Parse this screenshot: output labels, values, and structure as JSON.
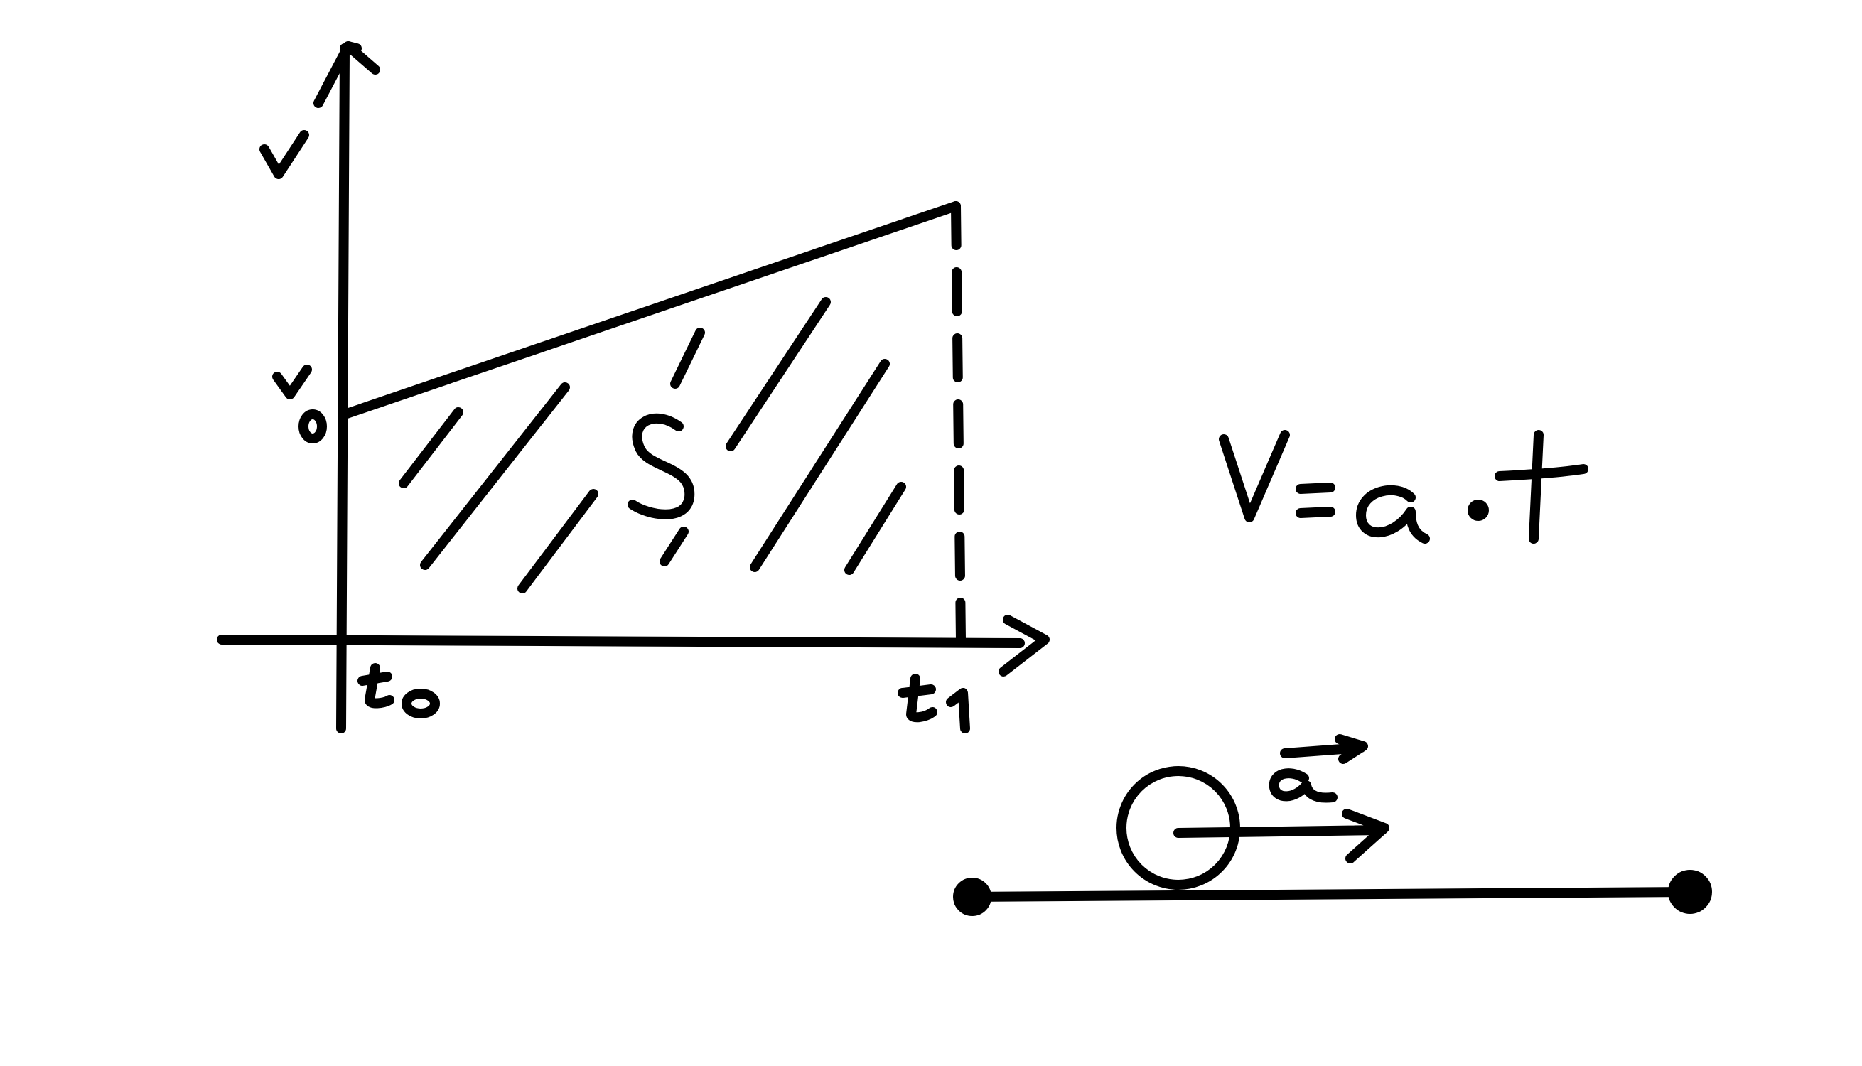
{
  "colors": {
    "ink": "#000000",
    "background": "#ffffff"
  },
  "graph": {
    "axis_y_label": "V",
    "axis_x_labels": {
      "start": "t",
      "start_sub": "0",
      "end": "t",
      "end_sub": "1"
    },
    "y_intercept_label": "V",
    "y_intercept_sub": "0",
    "area_label": "S"
  },
  "formula": {
    "lhs": "V",
    "eq": "=",
    "a": "a",
    "dot": "·",
    "t": "t"
  },
  "motion": {
    "acceleration_label": "a"
  }
}
